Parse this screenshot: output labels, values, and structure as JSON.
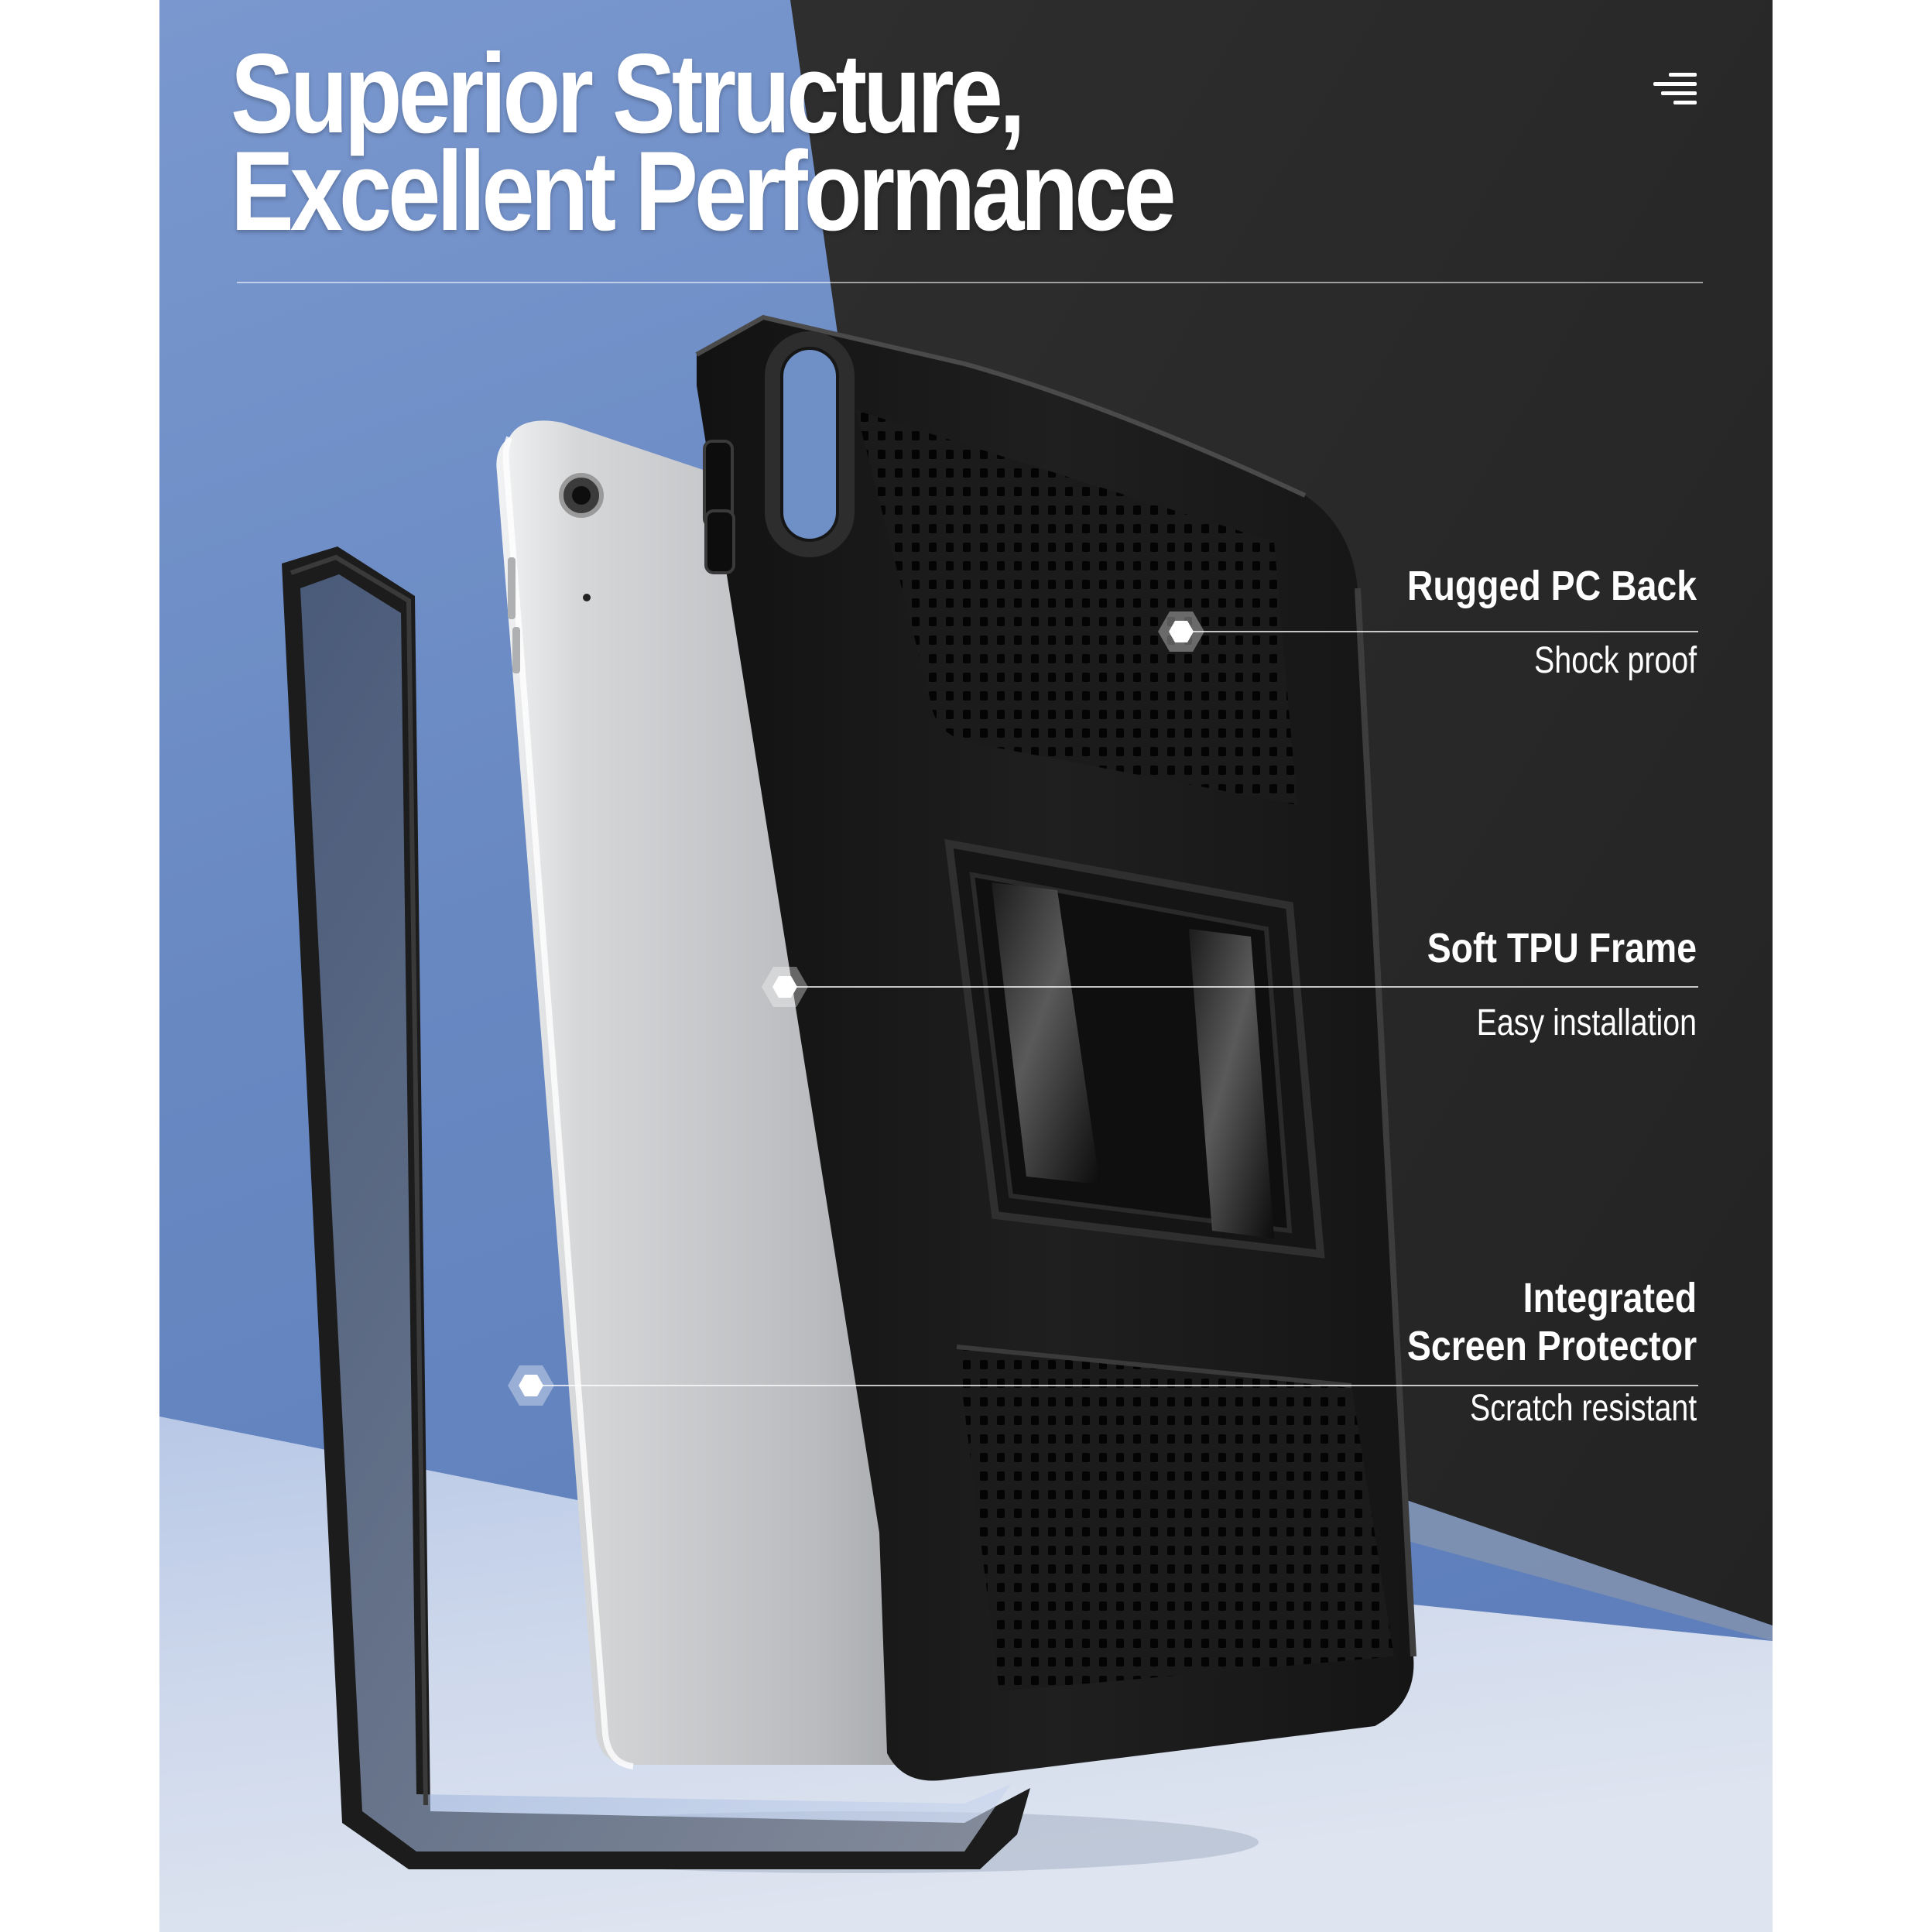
{
  "header": {
    "title_line1": "Superior Structure,",
    "title_line2": "Excellent Performance"
  },
  "menu_icon": "hamburger-menu-icon",
  "features": [
    {
      "title": "Rugged PC Back",
      "subtitle": "Shock proof"
    },
    {
      "title": "Soft TPU Frame",
      "subtitle": "Easy installation"
    },
    {
      "title_line1": "Integrated",
      "title_line2": "Screen Protector",
      "subtitle": "Scratch resistant"
    }
  ],
  "colors": {
    "background_blue": "#6f8fc7",
    "background_dark": "#2b2b2b",
    "case_black": "#1a1a1a",
    "tablet_silver": "#c4c6c8",
    "text": "#ffffff"
  }
}
